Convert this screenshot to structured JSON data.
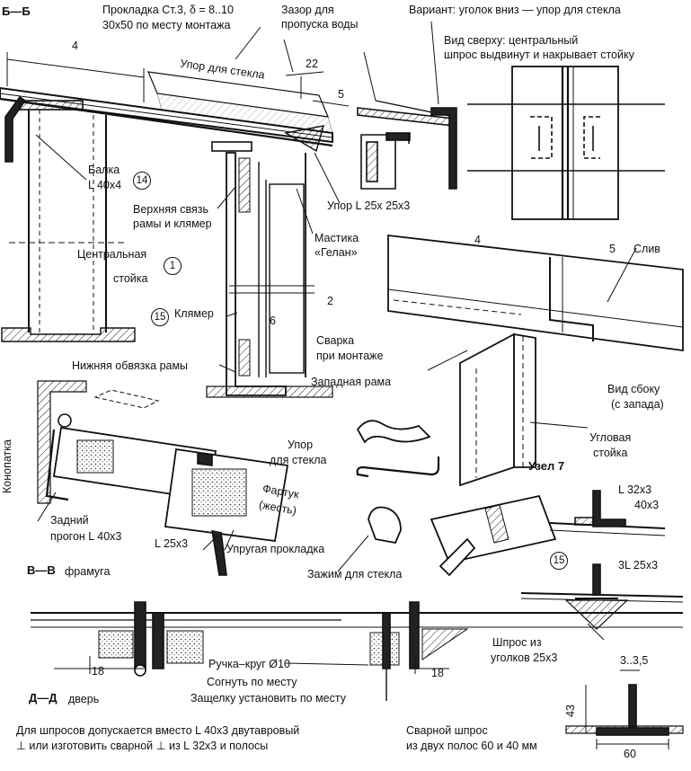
{
  "sections": {
    "bb": "Б—Б",
    "vv_title": "В—В",
    "vv_sub": "фрамуга",
    "dd_title": "Д—Д",
    "dd_sub": "дверь",
    "node7": "Узел 7"
  },
  "labels": {
    "gasket_1": "Прокладка Ст.3, δ = 8..10",
    "gasket_2": "30х50 по месту монтажа",
    "gap_1": "Зазор для",
    "gap_2": "пропуска воды",
    "variant": "Вариант: уголок вниз — упор для стекла",
    "top_view_1": "Вид сверху: центральный",
    "top_view_2": "шпрос выдвинут и накрывает стойку",
    "glass_stop": "Упор для стекла",
    "dim_4a": "4",
    "dim_4b": "4",
    "dim_22": "22",
    "dim_5a": "5",
    "dim_5b": "5",
    "beam_1": "Балка",
    "beam_2": "L 40х4",
    "upper_link_1": "Верхняя связь",
    "upper_link_2": "рамы и клямер",
    "stop_angle": "Упор L 25х 25х3",
    "mastic_1": "Мастика",
    "mastic_2": "«Гелан»",
    "central_post_1": "Центральная",
    "central_post_2": "стойка",
    "drain": "Слив",
    "clamp": "Клямер",
    "dim_6": "6",
    "dim_2": "2",
    "weld_1": "Сварка",
    "weld_2": "при монтаже",
    "lower_frame": "Нижняя обвязка рамы",
    "west_frame": "Западная рама",
    "side_view_1": "Вид сбоку",
    "side_view_2": "(с запада)",
    "corner_post_1": "Угловая",
    "corner_post_2": "стойка",
    "caulk": "Конопатка",
    "glass_stop2_1": "Упор",
    "glass_stop2_2": "для стекла",
    "apron_1": "Фартук",
    "apron_2": "(жесть)",
    "rear_purlin_1": "Задний",
    "rear_purlin_2": "прогон L 40х3",
    "angle_25": "L 25х3",
    "elastic_gasket": "Упругая прокладка",
    "glass_clamp": "Зажим для стекла",
    "l32_1": "L 32х3",
    "l32_2": "40х3",
    "l3_25": "3L 25х3",
    "mullion_1": "Шпрос из",
    "mullion_2": "уголков 25х3",
    "dim_335": "3..3,5",
    "dim_43": "43",
    "dim_60": "60",
    "dim_18a": "18",
    "dim_18b": "18",
    "handle": "Ручка–круг Ø10",
    "bend": "Согнуть по месту",
    "latch": "Защелку установить по месту",
    "welded_mullion_1": "Сварной шпрос",
    "welded_mullion_2": "из двух полос 60 и 40 мм",
    "footnote_1": "Для шпросов допускается вместо L 40х3 двутавровый",
    "footnote_2": "⊥ или изготовить сварной ⊥ из L 32х3 и полосы"
  },
  "callouts": {
    "n14": "14",
    "n1": "1",
    "n15a": "15",
    "n15b": "15"
  }
}
